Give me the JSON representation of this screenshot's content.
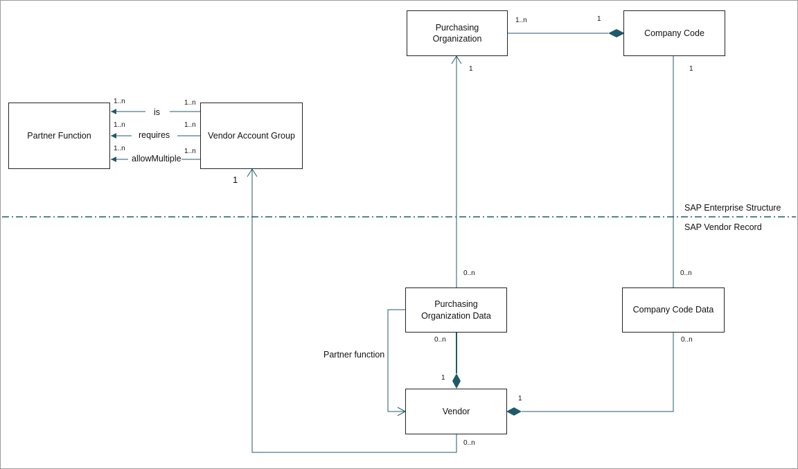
{
  "boxes": {
    "partner_function": "Partner Function",
    "vendor_account_group": "Vendor Account Group",
    "purchasing_org_line1": "Purchasing",
    "purchasing_org_line2": "Organization",
    "company_code": "Company Code",
    "purchasing_org_data_line1": "Purchasing",
    "purchasing_org_data_line2": "Organization Data",
    "company_code_data": "Company Code Data",
    "vendor": "Vendor"
  },
  "relations": {
    "is": "is",
    "requires": "requires",
    "allow_multiple": "allowMultiple",
    "partner_function": "Partner function"
  },
  "regions": {
    "enterprise_structure": "SAP Enterprise Structure",
    "vendor_record": "SAP Vendor Record"
  },
  "multiplicities": {
    "is_target": "1..n",
    "is_source": "1..n",
    "requires_target": "1..n",
    "requires_source": "1..n",
    "allow_target": "1..n",
    "allow_source": "1..n",
    "vag_one": "1",
    "po_cc_left": "1..n",
    "po_cc_right": "1",
    "po_top": "1",
    "cc_top": "1",
    "pod_top": "0..n",
    "ccd_top": "0..n",
    "pod_bottom": "0..n",
    "ccd_bottom": "0..n",
    "vendor_top": "1",
    "vendor_right": "1",
    "vendor_bottom": "0..n"
  },
  "colors": {
    "connector": "#1f5a6b",
    "border": "#222222",
    "divider": "#1f5a6b"
  }
}
